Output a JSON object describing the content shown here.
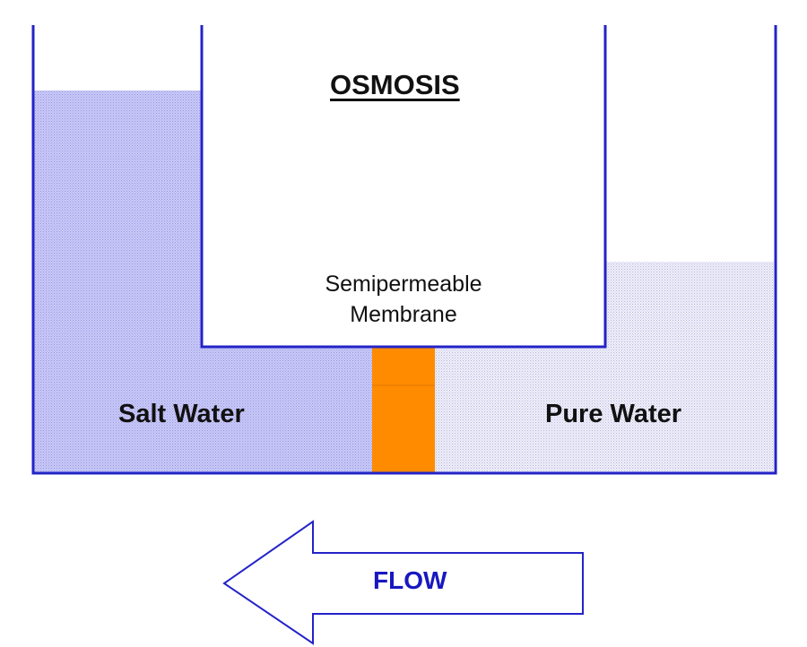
{
  "title": "OSMOSIS",
  "membrane": {
    "label_line1": "Semipermeable",
    "label_line2": "Membrane"
  },
  "left_compartment": {
    "label": "Salt Water"
  },
  "right_compartment": {
    "label": "Pure Water"
  },
  "flow": {
    "label": "FLOW",
    "direction": "left"
  },
  "colors": {
    "container_outline": "#2323c8",
    "salt_water_fill": "#c8c8f8",
    "pure_water_fill": "#eaeaf8",
    "membrane": "#ff8c00",
    "flow_text": "#1818c0",
    "label_text": "#111111"
  }
}
